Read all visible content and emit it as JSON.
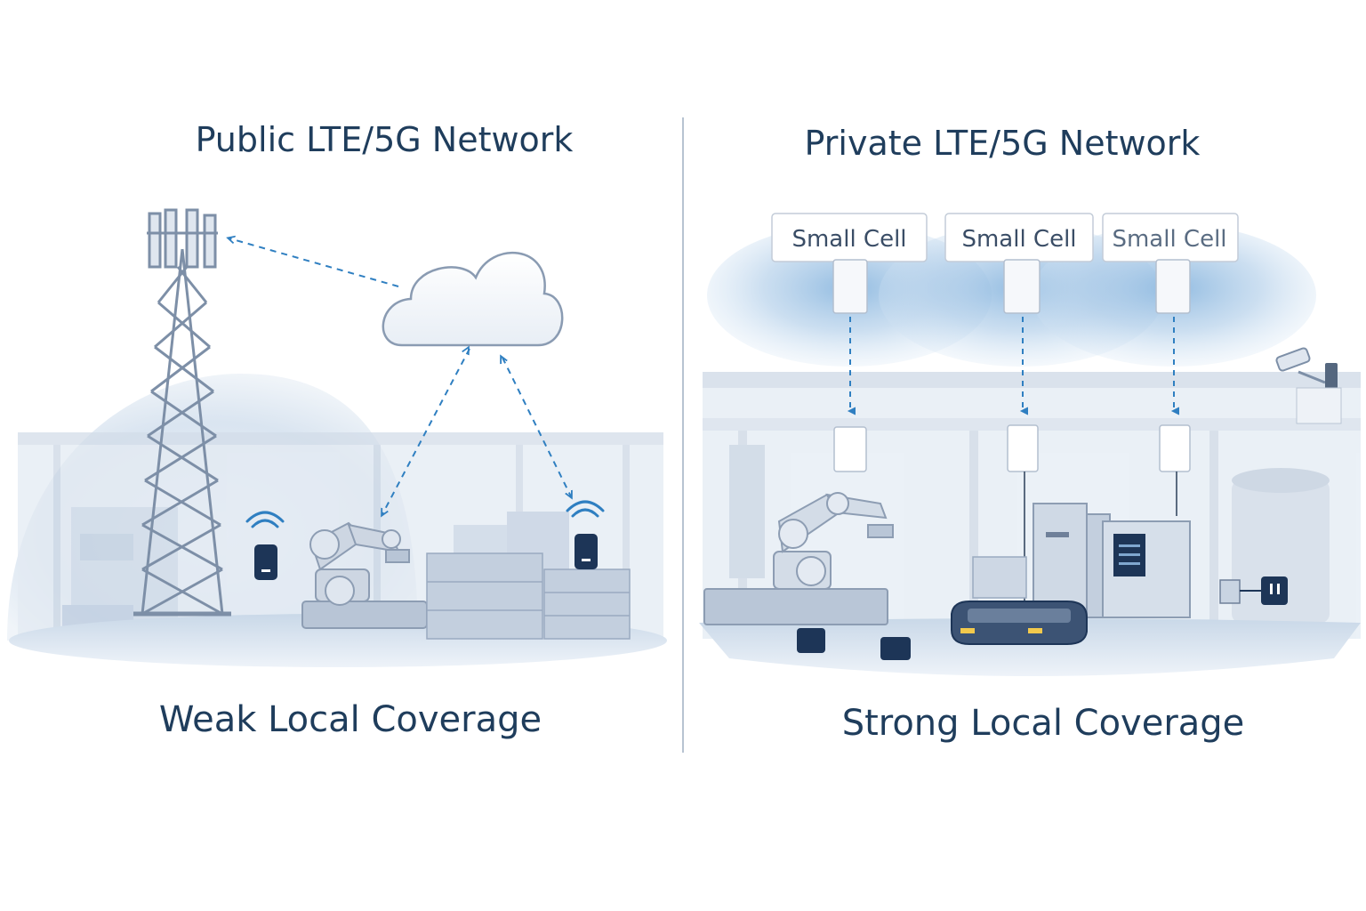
{
  "left_panel": {
    "title": "Public LTE/5G Network",
    "caption": "Weak Local Coverage"
  },
  "right_panel": {
    "title": "Private LTE/5G Network",
    "caption": "Strong Local Coverage",
    "small_cells": [
      {
        "label": "Small Cell"
      },
      {
        "label": "Small Cell"
      },
      {
        "label": "Small Cell"
      }
    ]
  },
  "colors": {
    "title_text": "#1f3d5c",
    "accent_blue": "#3b82c4",
    "arrow_blue": "#2f7fc1",
    "device_navy": "#1d3557",
    "structure_gray": "#8a9bb2",
    "haze": "#dbe5f0"
  },
  "icons": [
    "cell-tower-icon",
    "cloud-icon",
    "phone-icon",
    "wifi-icon",
    "robot-arm-icon",
    "small-cell-icon",
    "agv-vehicle-icon",
    "security-camera-icon",
    "sensor-icon"
  ]
}
